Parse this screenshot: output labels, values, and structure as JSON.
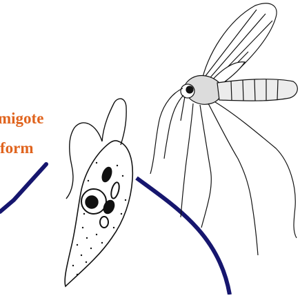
{
  "labels": {
    "line1": "migote",
    "line2": "form"
  },
  "colors": {
    "label_text": "#e0641e",
    "pointer_lines": "#16166e",
    "ink": "#111111",
    "background": "#ffffff"
  },
  "figures": {
    "parasite": "promastigote-drawing",
    "vector": "sand-fly-drawing"
  }
}
